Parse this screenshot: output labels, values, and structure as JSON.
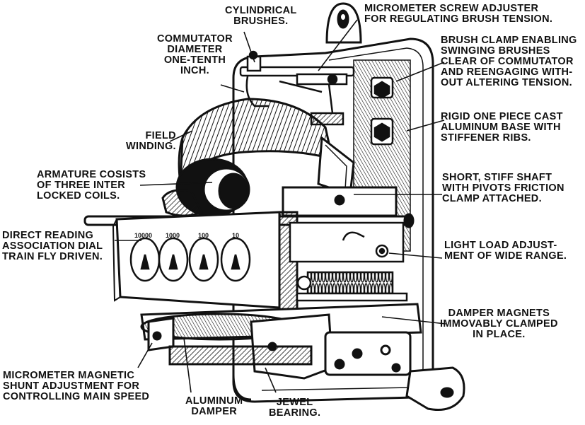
{
  "labels": {
    "cylindrical_brushes": [
      "CYLINDRICAL",
      "BRUSHES."
    ],
    "micrometer_screw": [
      "MICROMETER SCREW ADJUSTER",
      "FOR REGULATING BRUSH TENSION."
    ],
    "commutator": [
      "COMMUTATOR",
      "DIAMETER",
      "ONE-TENTH",
      "INCH."
    ],
    "brush_clamp": [
      "BRUSH CLAMP ENABLING",
      "SWINGING BRUSHES",
      "CLEAR OF COMMUTATOR",
      "AND REENGAGING WITH-",
      "OUT ALTERING TENSION."
    ],
    "rigid_base": [
      "RIGID ONE PIECE CAST",
      "ALUMINUM BASE WITH",
      "STIFFENER RIBS."
    ],
    "field_winding": [
      "FIELD",
      "WINDING."
    ],
    "armature": [
      "ARMATURE COSISTS",
      "OF THREE INTER",
      "LOCKED COILS."
    ],
    "short_shaft": [
      "SHORT, STIFF SHAFT",
      "WITH PIVOTS FRICTION",
      "CLAMP ATTACHED."
    ],
    "dial_train": [
      "DIRECT READING",
      "ASSOCIATION DIAL",
      "TRAIN FLY DRIVEN."
    ],
    "light_load": [
      "LIGHT LOAD ADJUST-",
      "MENT OF WIDE RANGE."
    ],
    "damper_magnets": [
      "DAMPER MAGNETS",
      "IMMOVABLY CLAMPED",
      "IN PLACE."
    ],
    "micrometer_shunt": [
      "MICROMETER MAGNETIC",
      "SHUNT ADJUSTMENT FOR",
      "CONTROLLING MAIN SPEED"
    ],
    "aluminum_damper": [
      "ALUMINUM",
      "DAMPER"
    ],
    "jewel_bearing": [
      "JEWEL",
      "BEARING."
    ]
  },
  "dial_headers": [
    "10000",
    "1000",
    "100",
    "10"
  ]
}
